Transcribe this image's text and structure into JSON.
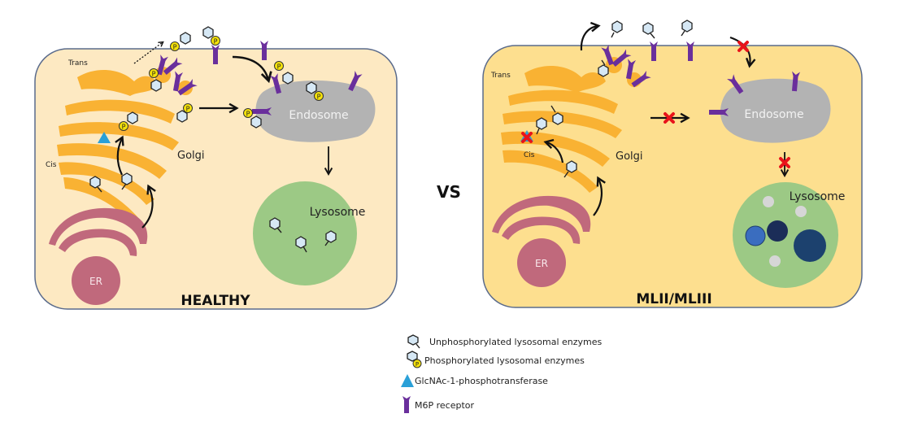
{
  "panels": {
    "healthy": {
      "title": "HEALTHY",
      "trans_label": "Trans",
      "cis_label": "Cis",
      "golgi_label": "Golgi",
      "er_label": "ER",
      "endosome_label": "Endosome",
      "lysosome_label": "Lysosome",
      "cell_fill": "#fde9c2"
    },
    "disease": {
      "title": "MLII/MLIII",
      "trans_label": "Trans",
      "cis_label": "Cis",
      "golgi_label": "Golgi",
      "er_label": "ER",
      "endosome_label": "Endosome",
      "lysosome_label": "Lysosome",
      "cell_fill": "#fddf8f"
    }
  },
  "versus_label": "VS",
  "legend": {
    "items": [
      {
        "icon": "unphosphorylated-enzyme-icon",
        "label": "Unphosphorylated lysosomal enzymes"
      },
      {
        "icon": "phosphorylated-enzyme-icon",
        "label": "Phosphorylated lysosomal enzymes",
        "p_mark": "P"
      },
      {
        "icon": "glcnac-triangle-icon",
        "label": "GlcNAc-1-phosphotransferase"
      },
      {
        "icon": "m6p-receptor-icon",
        "label": "M6P receptor"
      }
    ]
  },
  "colors": {
    "golgi": "#f9b233",
    "er": "#c0697c",
    "endosome": "#b3b3b3",
    "lysosome": "#9cc985",
    "receptor": "#6a2f9c",
    "enzyme_fill": "#d6e8f5",
    "phosphate": "#f4e10a",
    "enzyme_triangle": "#2aa0d8",
    "block": "#e8131b",
    "cell_border": "#5a6b8c"
  }
}
